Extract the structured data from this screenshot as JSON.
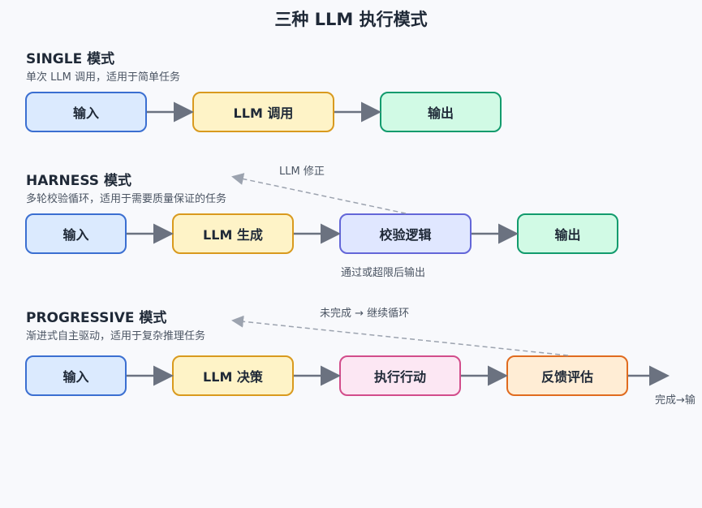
{
  "title": "三种 LLM 执行模式",
  "sections": {
    "single": {
      "title": "SINGLE 模式",
      "subtitle": "单次 LLM 调用，适用于简单任务",
      "nodes": {
        "input": "输入",
        "llm_call": "LLM 调用",
        "output": "输出"
      }
    },
    "harness": {
      "title": "HARNESS 模式",
      "subtitle": "多轮校验循环，适用于需要质量保证的任务",
      "nodes": {
        "input": "输入",
        "llm_generate": "LLM 生成",
        "validation": "校验逻辑",
        "output": "输出"
      },
      "loop_label": "LLM 修正",
      "pass_label": "通过或超限后输出"
    },
    "progressive": {
      "title": "PROGRESSIVE 模式",
      "subtitle": "渐进式自主驱动，适用于复杂推理任务",
      "nodes": {
        "input": "输入",
        "llm_decide": "LLM 决策",
        "execute": "执行行动",
        "feedback": "反馈评估"
      },
      "loop_label": "未完成 → 继续循环",
      "done_label": "完成→输"
    }
  },
  "colors": {
    "arrow": "#6b7280",
    "dashed_arrow": "#9ca3af",
    "input_border": "#3b6fd1",
    "llm_border": "#d99a1e",
    "output_border": "#129b6d",
    "validate_border": "#6366d8",
    "action_border": "#d24d8b",
    "feedback_border": "#e06b1f"
  }
}
